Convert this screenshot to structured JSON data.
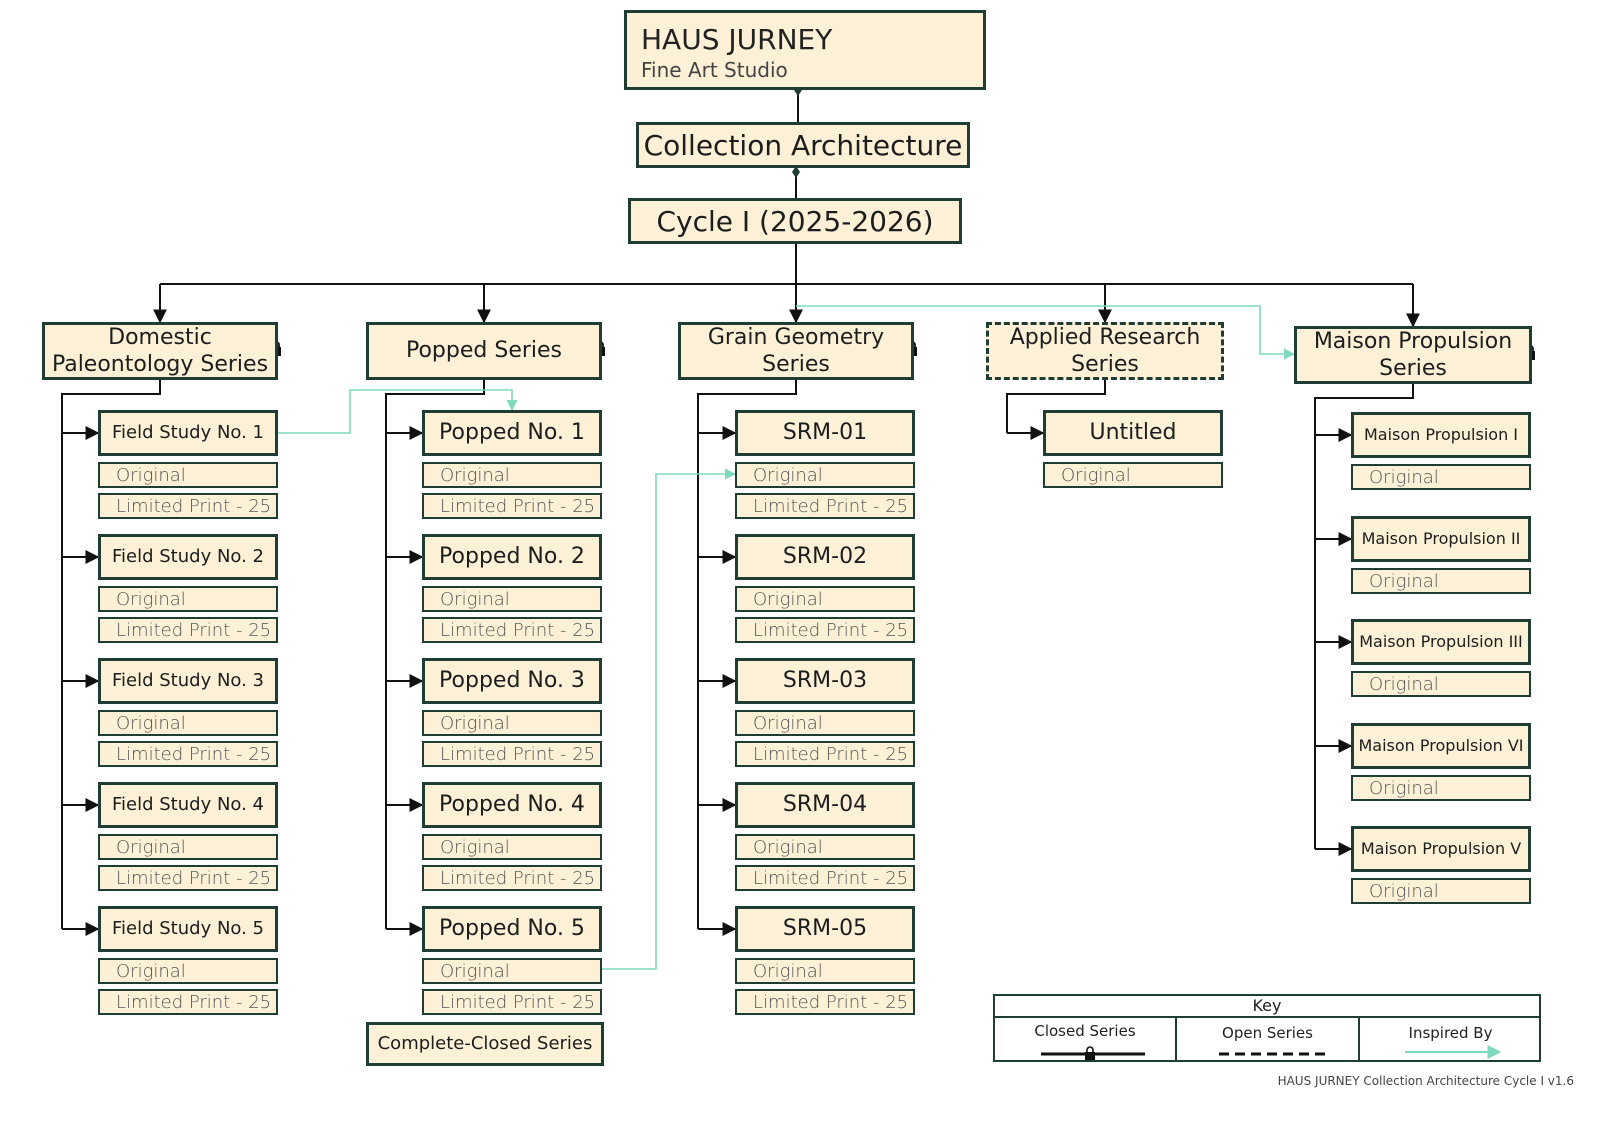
{
  "header": {
    "title": "HAUS JURNEY",
    "subtitle": "Fine Art Studio"
  },
  "architecture_label": "Collection Architecture",
  "cycle_label": "Cycle I (2025-2026)",
  "series": [
    {
      "name": "Domestic Paleontology Series",
      "status": "closed",
      "items": [
        {
          "label": "Field Study No. 1",
          "editions": [
            "Original",
            "Limited Print - 25"
          ]
        },
        {
          "label": "Field Study No. 2",
          "editions": [
            "Original",
            "Limited Print - 25"
          ]
        },
        {
          "label": "Field Study No. 3",
          "editions": [
            "Original",
            "Limited Print - 25"
          ]
        },
        {
          "label": "Field Study No. 4",
          "editions": [
            "Original",
            "Limited Print - 25"
          ]
        },
        {
          "label": "Field Study No. 5",
          "editions": [
            "Original",
            "Limited Print - 25"
          ]
        }
      ]
    },
    {
      "name": "Popped Series",
      "status": "closed",
      "items": [
        {
          "label": "Popped No. 1",
          "editions": [
            "Original",
            "Limited Print - 25"
          ]
        },
        {
          "label": "Popped No. 2",
          "editions": [
            "Original",
            "Limited Print - 25"
          ]
        },
        {
          "label": "Popped No. 3",
          "editions": [
            "Original",
            "Limited Print - 25"
          ]
        },
        {
          "label": "Popped No. 4",
          "editions": [
            "Original",
            "Limited Print - 25"
          ]
        },
        {
          "label": "Popped No. 5",
          "editions": [
            "Original",
            "Limited Print - 25"
          ]
        }
      ]
    },
    {
      "name": "Grain Geometry Series",
      "status": "closed",
      "items": [
        {
          "label": "SRM-01",
          "editions": [
            "Original",
            "Limited Print - 25"
          ]
        },
        {
          "label": "SRM-02",
          "editions": [
            "Original",
            "Limited Print - 25"
          ]
        },
        {
          "label": "SRM-03",
          "editions": [
            "Original",
            "Limited Print - 25"
          ]
        },
        {
          "label": "SRM-04",
          "editions": [
            "Original",
            "Limited Print - 25"
          ]
        },
        {
          "label": "SRM-05",
          "editions": [
            "Original",
            "Limited Print - 25"
          ]
        }
      ]
    },
    {
      "name": "Applied Research Series",
      "status": "open",
      "items": [
        {
          "label": "Untitled",
          "editions": [
            "Original"
          ]
        }
      ]
    },
    {
      "name": "Maison Propulsion Series",
      "status": "closed",
      "items": [
        {
          "label": "Maison Propulsion I",
          "editions": [
            "Original"
          ]
        },
        {
          "label": "Maison Propulsion II",
          "editions": [
            "Original"
          ]
        },
        {
          "label": "Maison Propulsion III",
          "editions": [
            "Original"
          ]
        },
        {
          "label": "Maison Propulsion VI",
          "editions": [
            "Original"
          ]
        },
        {
          "label": "Maison Propulsion V",
          "editions": [
            "Original"
          ]
        }
      ]
    }
  ],
  "legend_badge": "Complete-Closed Series",
  "key": {
    "title": "Key",
    "closed_label": "Closed Series",
    "open_label": "Open Series",
    "inspired_label": "Inspired By"
  },
  "colors": {
    "box_fill": "#fcf1d6",
    "border": "#1f3d33",
    "inspired": "#7fd9bd"
  },
  "footer": "HAUS JURNEY Collection Architecture Cycle I v1.6"
}
